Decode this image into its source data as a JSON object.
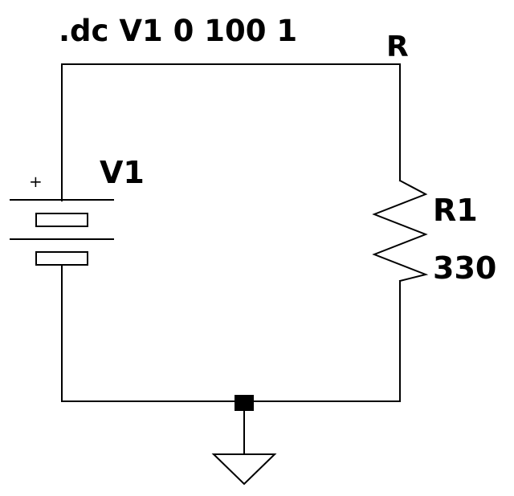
{
  "schematic": {
    "directive": ".dc V1 0 100 1",
    "net_label": "R",
    "source": {
      "name": "V1",
      "polarity_mark": "+"
    },
    "resistor": {
      "name": "R1",
      "value": "330"
    },
    "ground_symbol": "ground-icon"
  },
  "colors": {
    "background": "#ffffff",
    "ink": "#000000"
  }
}
